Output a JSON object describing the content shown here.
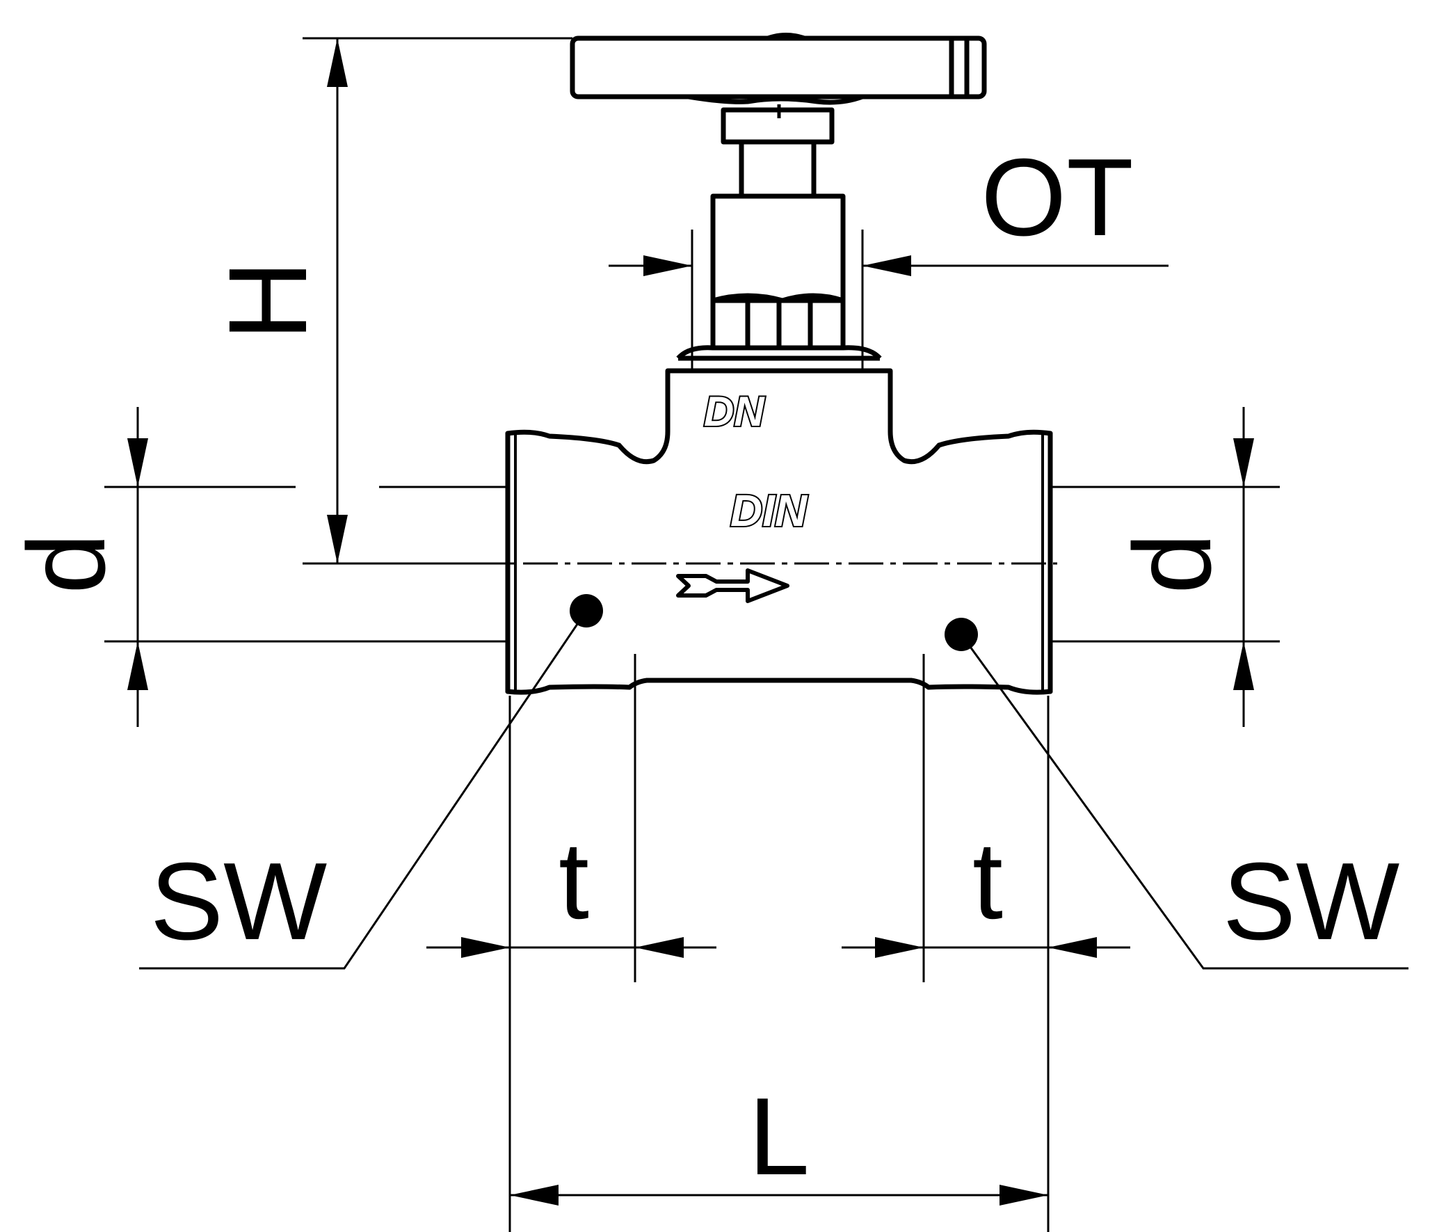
{
  "labels": {
    "height": "H",
    "width_across_flats": "OT",
    "pipe_diameter_left": "d",
    "pipe_diameter_right": "d",
    "socket_depth_left": "t",
    "socket_depth_right": "t",
    "weld_left": "SW",
    "weld_right": "SW",
    "length": "L"
  },
  "markings": {
    "nominal_size": "DN",
    "standard": "DIN"
  },
  "colors": {
    "line": "#000000",
    "background": "#ffffff"
  },
  "icons": {
    "flow": "flow-direction-arrow-icon",
    "weld": "weld-dot-icon",
    "arrowhead": "dimension-arrowhead-icon"
  }
}
